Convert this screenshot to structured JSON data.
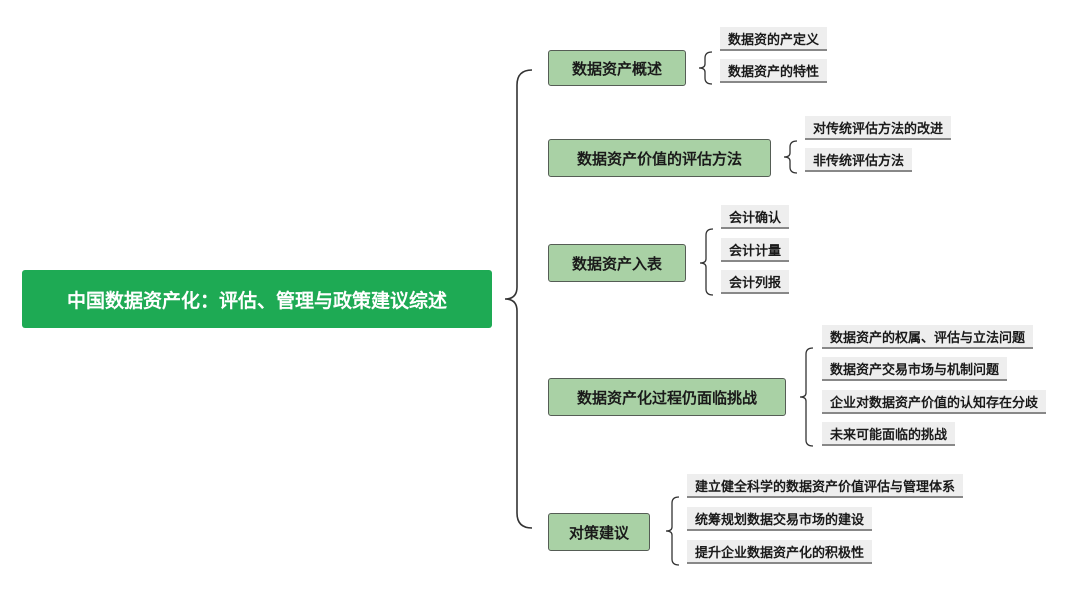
{
  "root": {
    "title": "中国数据资产化：评估、管理与政策建议综述"
  },
  "branches": [
    {
      "label": "数据资产概述",
      "children": [
        "数据资的产定义",
        "数据资产的特性"
      ]
    },
    {
      "label": "数据资产价值的评估方法",
      "children": [
        "对传统评估方法的改进",
        "非传统评估方法"
      ]
    },
    {
      "label": "数据资产入表",
      "children": [
        "会计确认",
        "会计计量",
        "会计列报"
      ]
    },
    {
      "label": "数据资产化过程仍面临挑战",
      "children": [
        "数据资产的权属、评估与立法问题",
        "数据资产交易市场与机制问题",
        "企业对数据资产价值的认知存在分歧",
        "未来可能面临的挑战"
      ]
    },
    {
      "label": "对策建议",
      "children": [
        "建立健全科学的数据资产价值评估与管理体系",
        "统筹规划数据交易市场的建设",
        "提升企业数据资产化的积极性"
      ]
    }
  ],
  "colors": {
    "root_fill": "#1eaa54",
    "branch_fill": "#a9d1a5",
    "branch_border": "#555d55",
    "leaf_fill": "#eeeeee",
    "connector": "#333333"
  }
}
